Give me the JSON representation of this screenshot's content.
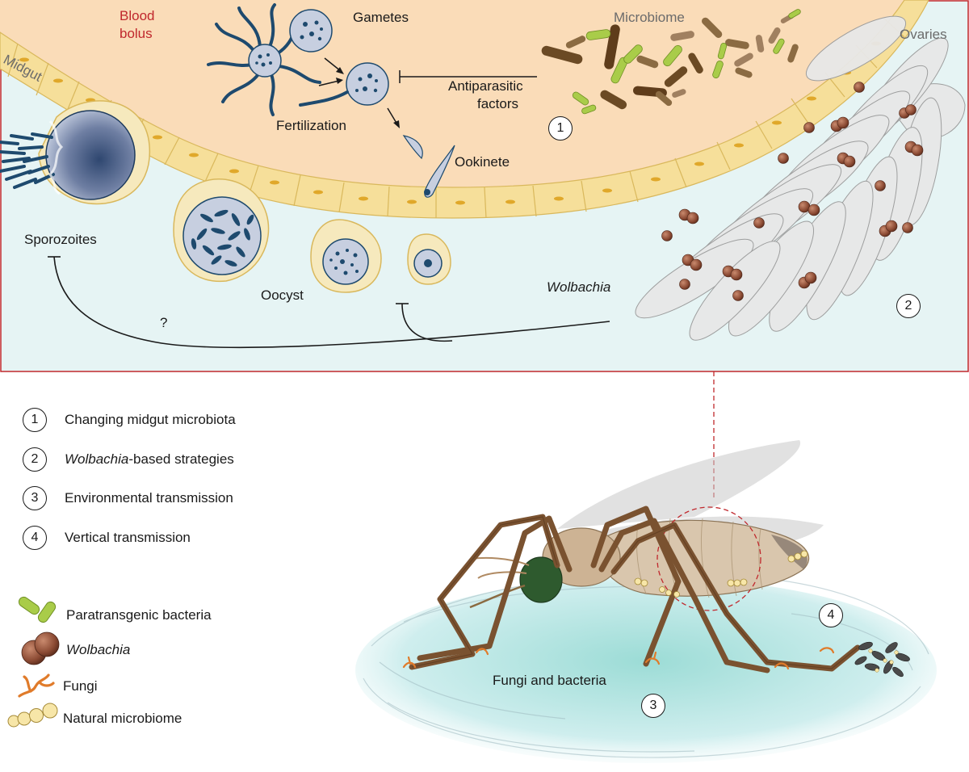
{
  "top_panel": {
    "blood_bolus_line1": "Blood",
    "blood_bolus_line2": "bolus",
    "midgut": "Midgut",
    "gametes": "Gametes",
    "fertilization": "Fertilization",
    "ookinete": "Ookinete",
    "microbiome": "Microbiome",
    "antiparasitic_line1": "Antiparasitic",
    "antiparasitic_line2": "factors",
    "ovaries": "Ovaries",
    "sporozoites": "Sporozoites",
    "oocyst": "Oocyst",
    "wolbachia": "Wolbachia",
    "question_mark": "?",
    "marker_1": "1",
    "marker_2": "2"
  },
  "strategies": [
    {
      "number": "1",
      "label": "Changing midgut microbiota",
      "label_suffix": ""
    },
    {
      "number": "2",
      "label": "Wolbachia",
      "label_suffix": "-based strategies"
    },
    {
      "number": "3",
      "label": "Environmental transmission",
      "label_suffix": ""
    },
    {
      "number": "4",
      "label": "Vertical transmission",
      "label_suffix": ""
    }
  ],
  "key": {
    "paratransgenic": "Paratransgenic bacteria",
    "wolbachia": "Wolbachia",
    "fungi": "Fungi",
    "natural_microbiome": "Natural microbiome"
  },
  "bottom_panel": {
    "fungi_and_bacteria": "Fungi and bacteria",
    "marker_3": "3",
    "marker_4": "4"
  },
  "colors": {
    "blood": "#fadcb8",
    "gut_fluid": "#e6f4f4",
    "cell": "#f6df9a",
    "parasite": "#1e4a6e",
    "wolbachia": "#8b4a33",
    "paratransgenic": "#a9cc49",
    "fungi": "#e07b2a",
    "natural_microbiome": "#f3d57a",
    "water": "#8fd3d0",
    "leg": "#7a5230",
    "panel_border": "#c0282d"
  }
}
